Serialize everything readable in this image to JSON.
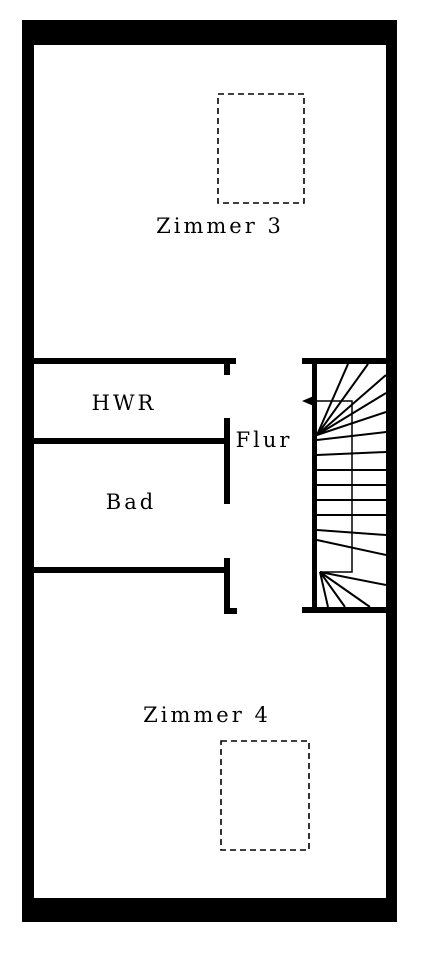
{
  "rooms": {
    "zimmer3": "Zimmer 3",
    "hwr": "HWR",
    "flur": "Flur",
    "bad": "Bad",
    "zimmer4": "Zimmer 4"
  },
  "colors": {
    "wall": "#000000",
    "background": "#ffffff"
  }
}
